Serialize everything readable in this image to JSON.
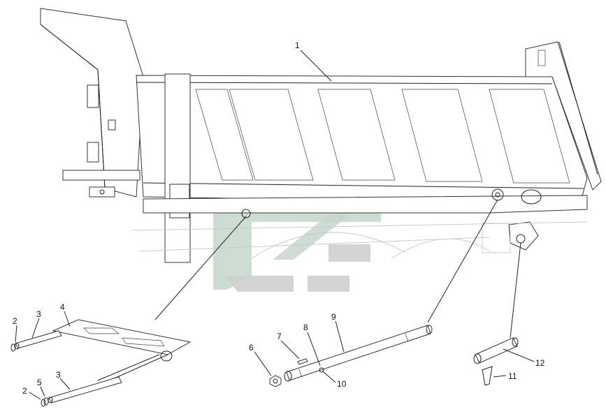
{
  "diagram": {
    "watermark_colors": {
      "green": "#c6d7cb",
      "grey": "#cfcfcf"
    },
    "callouts": [
      {
        "id": "callout-1",
        "text": "1"
      },
      {
        "id": "callout-2a",
        "text": "2"
      },
      {
        "id": "callout-2b",
        "text": "2"
      },
      {
        "id": "callout-3a",
        "text": "3"
      },
      {
        "id": "callout-3b",
        "text": "3"
      },
      {
        "id": "callout-4",
        "text": "4"
      },
      {
        "id": "callout-5",
        "text": "5"
      },
      {
        "id": "callout-6",
        "text": "6"
      },
      {
        "id": "callout-7",
        "text": "7"
      },
      {
        "id": "callout-8",
        "text": "8"
      },
      {
        "id": "callout-9",
        "text": "9"
      },
      {
        "id": "callout-10",
        "text": "10"
      },
      {
        "id": "callout-11",
        "text": "11"
      },
      {
        "id": "callout-12",
        "text": "12"
      }
    ]
  }
}
